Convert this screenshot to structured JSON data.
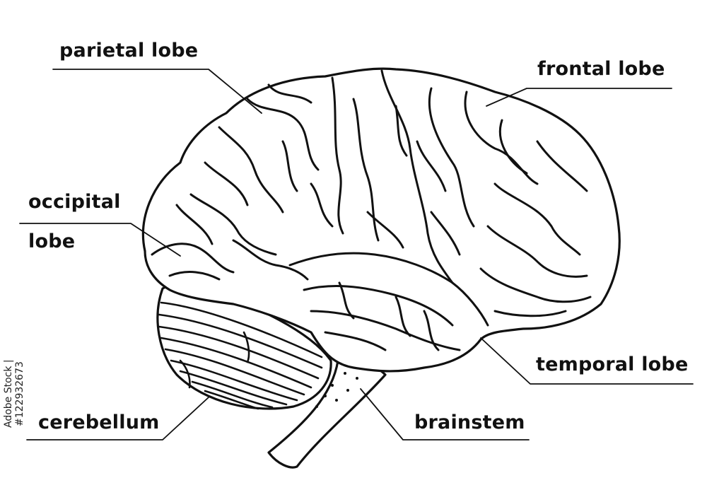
{
  "labels": {
    "parietal": "parietal lobe",
    "frontal": "frontal lobe",
    "occipital_1": "occipital",
    "occipital_2": "lobe",
    "temporal": "temporal lobe",
    "cerebellum": "cerebellum",
    "brainstem": "brainstem"
  },
  "stock_id": "Adobe Stock | #122932673",
  "colors": {
    "ink": "#111111",
    "background": "#ffffff"
  }
}
